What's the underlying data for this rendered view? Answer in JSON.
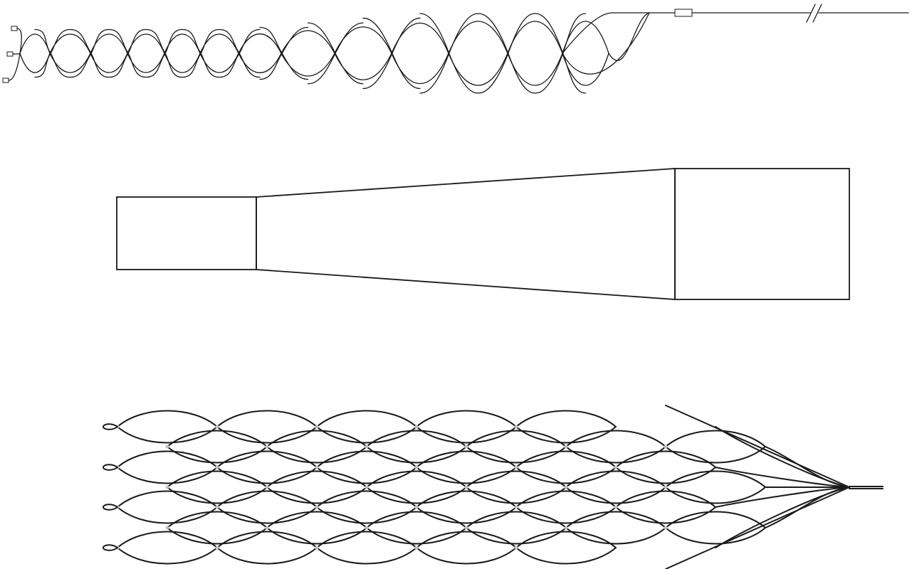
{
  "colors": {
    "line": "#1a1a1a",
    "background": "#ffffff",
    "node": "#bfbfbf"
  },
  "figure": {
    "panels": [
      {
        "id": "braided-stent-retriever",
        "kind": "side view of braided wire mesh with push wire"
      },
      {
        "id": "tapered-profile",
        "kind": "tapered outline: small cylinder, cone, large cylinder"
      },
      {
        "id": "flat-cell-pattern",
        "kind": "unrolled cell pattern tapering to a single tip"
      }
    ]
  }
}
